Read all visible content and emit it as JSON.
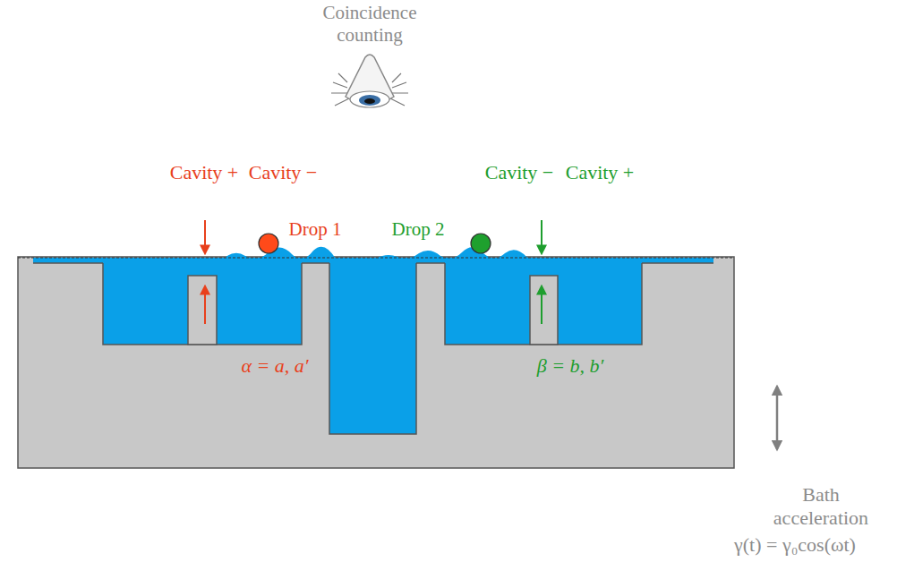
{
  "diagram": {
    "labels": [
      "Coincidence counting",
      "Cavity +",
      "Cavity −",
      "Drop 1",
      "Drop 2",
      "Cavity −",
      "Cavity +",
      "α = a, a′",
      "β = b, b′",
      "Bath acceleration",
      "γ(t) = γ₀cos(ωt)"
    ]
  }
}
